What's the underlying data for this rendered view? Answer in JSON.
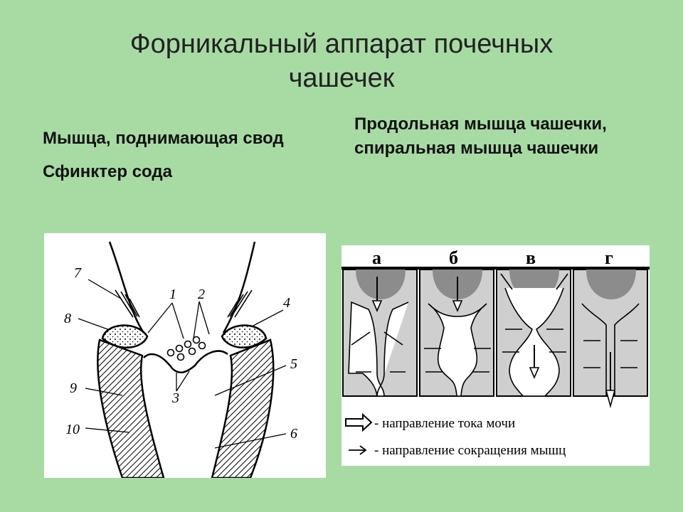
{
  "title": {
    "line1": "Форникальный аппарат почечных",
    "line2": "чашечек"
  },
  "left_column": {
    "item1": "Мышца, поднимающая свод",
    "item2": "Сфинктер сода"
  },
  "right_column": {
    "item1": "Продольная мышца чашечки, спиральная мышца чашечки"
  },
  "left_diagram": {
    "labels": [
      "1",
      "2",
      "3",
      "4",
      "5",
      "6",
      "7",
      "8",
      "9",
      "10"
    ]
  },
  "right_diagram": {
    "panel_labels": [
      "а",
      "б",
      "в",
      "г"
    ],
    "legend": [
      {
        "icon": "hollow-arrow-icon",
        "text": "- направление тока мочи"
      },
      {
        "icon": "thin-arrow-icon",
        "text": "- направление сокращения мышц"
      }
    ]
  }
}
